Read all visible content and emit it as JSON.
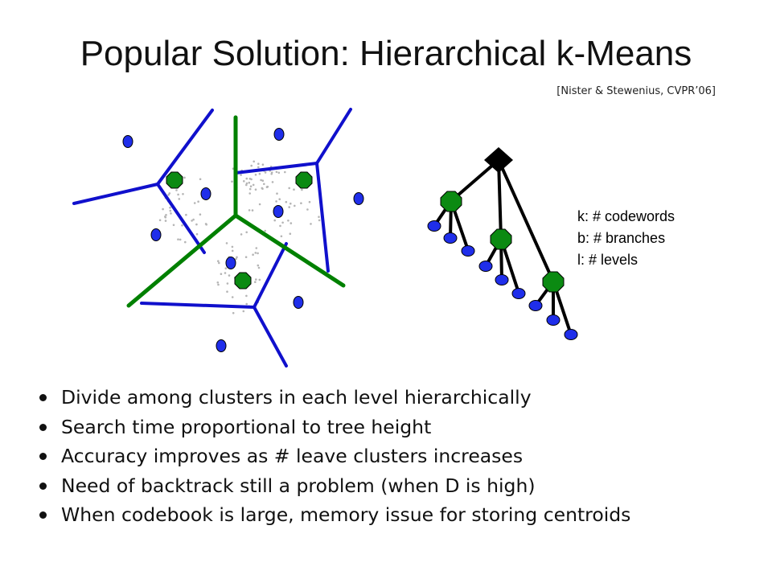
{
  "slide": {
    "title": "Popular Solution: Hierarchical k-Means",
    "citation": "[Nister & Stewenius, CVPR’06]",
    "legend": [
      "k: # codewords",
      "b: # branches",
      "l: # levels"
    ],
    "bullets": [
      "Divide among clusters in each level hierarchically",
      "Search time proportional to tree height",
      "Accuracy improves as # leave clusters increases",
      "Need of backtrack still a problem (when D is high)",
      "When codebook is large, memory issue for storing centroids"
    ]
  },
  "colors": {
    "first_level_boundary": "#008000",
    "second_level_boundary": "#1010cc",
    "centroid_fill": "#0b8a12",
    "leaf_fill": "#1f2eea",
    "root_fill": "#000000",
    "data_points": "#b0b0b0"
  }
}
